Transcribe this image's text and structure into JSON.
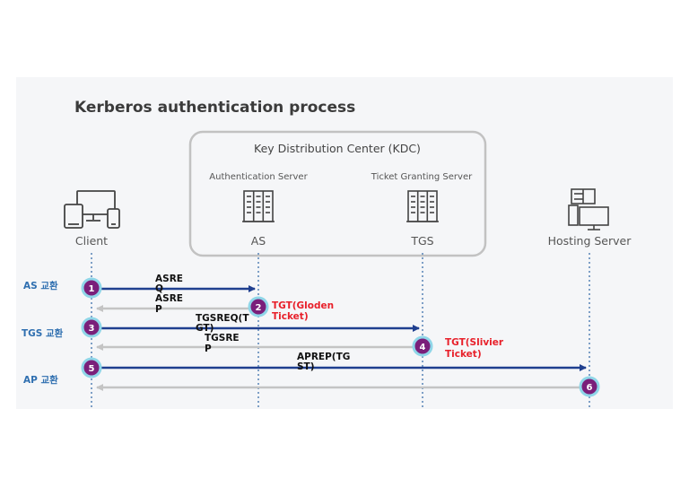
{
  "title": "Kerberos authentication process",
  "kdc": {
    "title": "Key Distribution Center (KDC)",
    "as_server_label": "Authentication Server",
    "tgs_server_label": "Ticket Granting Server"
  },
  "entities": {
    "client": "Client",
    "as": "AS",
    "tgs": "TGS",
    "hosting": "Hosting Server"
  },
  "phases": {
    "as": "AS 교환",
    "tgs": "TGS 교환",
    "ap": "AP  교환"
  },
  "messages": {
    "asreq_line1": "ASRE",
    "asreq_line2": "Q",
    "asrep_line1": "ASRE",
    "asrep_line2": "P",
    "tgsreq_line1": "TGSREQ(T",
    "tgsreq_line2": "GT)",
    "tgsrep_line1": "TGSRE",
    "tgsrep_line2": "P",
    "aprep_line1": "APREP(TG",
    "aprep_line2": "ST)"
  },
  "tickets": {
    "golden_line1": "TGT(Gloden",
    "golden_line2": "Ticket)",
    "silver_line1": "TGT(Slivier",
    "silver_line2": "Ticket)"
  },
  "steps": [
    "1",
    "2",
    "3",
    "4",
    "5",
    "6"
  ],
  "colors": {
    "request_arrow": "#1f3f8f",
    "response_arrow": "#c4c4c4",
    "step_fill": "#7a1f7a",
    "step_ring": "#8fd6e8",
    "ticket_text": "#e8202a",
    "phase_text": "#2f6fb0",
    "lifeline": "#4a7ab0"
  },
  "icons": {
    "client": "devices-icon",
    "as": "server-rack-icon",
    "tgs": "server-rack-icon",
    "hosting": "hosting-server-icon"
  }
}
